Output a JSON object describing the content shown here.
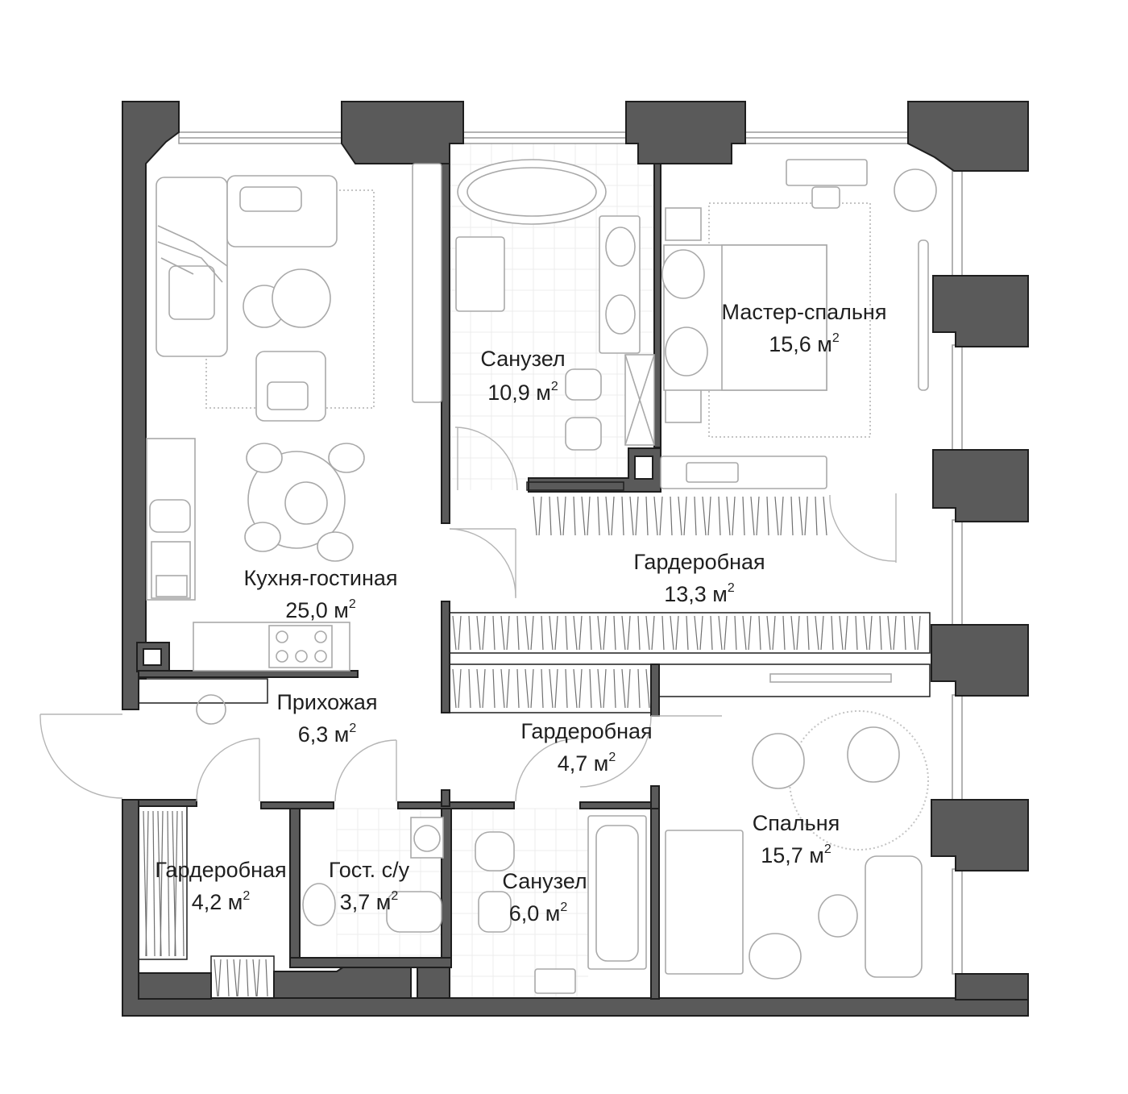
{
  "plan": {
    "area_unit": "м",
    "area_unit_power": "2",
    "rooms": [
      {
        "id": "kitchen_living",
        "name": "Кухня-гостиная",
        "area": "25,0"
      },
      {
        "id": "bath_master",
        "name": "Санузел",
        "area": "10,9"
      },
      {
        "id": "master_bedroom",
        "name": "Мастер-спальня",
        "area": "15,6"
      },
      {
        "id": "wardrobe_main",
        "name": "Гардеробная",
        "area": "13,3"
      },
      {
        "id": "hallway",
        "name": "Прихожая",
        "area": "6,3"
      },
      {
        "id": "wardrobe_small",
        "name": "Гардеробная",
        "area": "4,7"
      },
      {
        "id": "bedroom",
        "name": "Спальня",
        "area": "15,7"
      },
      {
        "id": "wardrobe_entry",
        "name": "Гардеробная",
        "area": "4,2"
      },
      {
        "id": "guest_wc",
        "name": "Гост. с/у",
        "area": "3,7"
      },
      {
        "id": "bath_second",
        "name": "Санузел",
        "area": "6,0"
      }
    ]
  }
}
